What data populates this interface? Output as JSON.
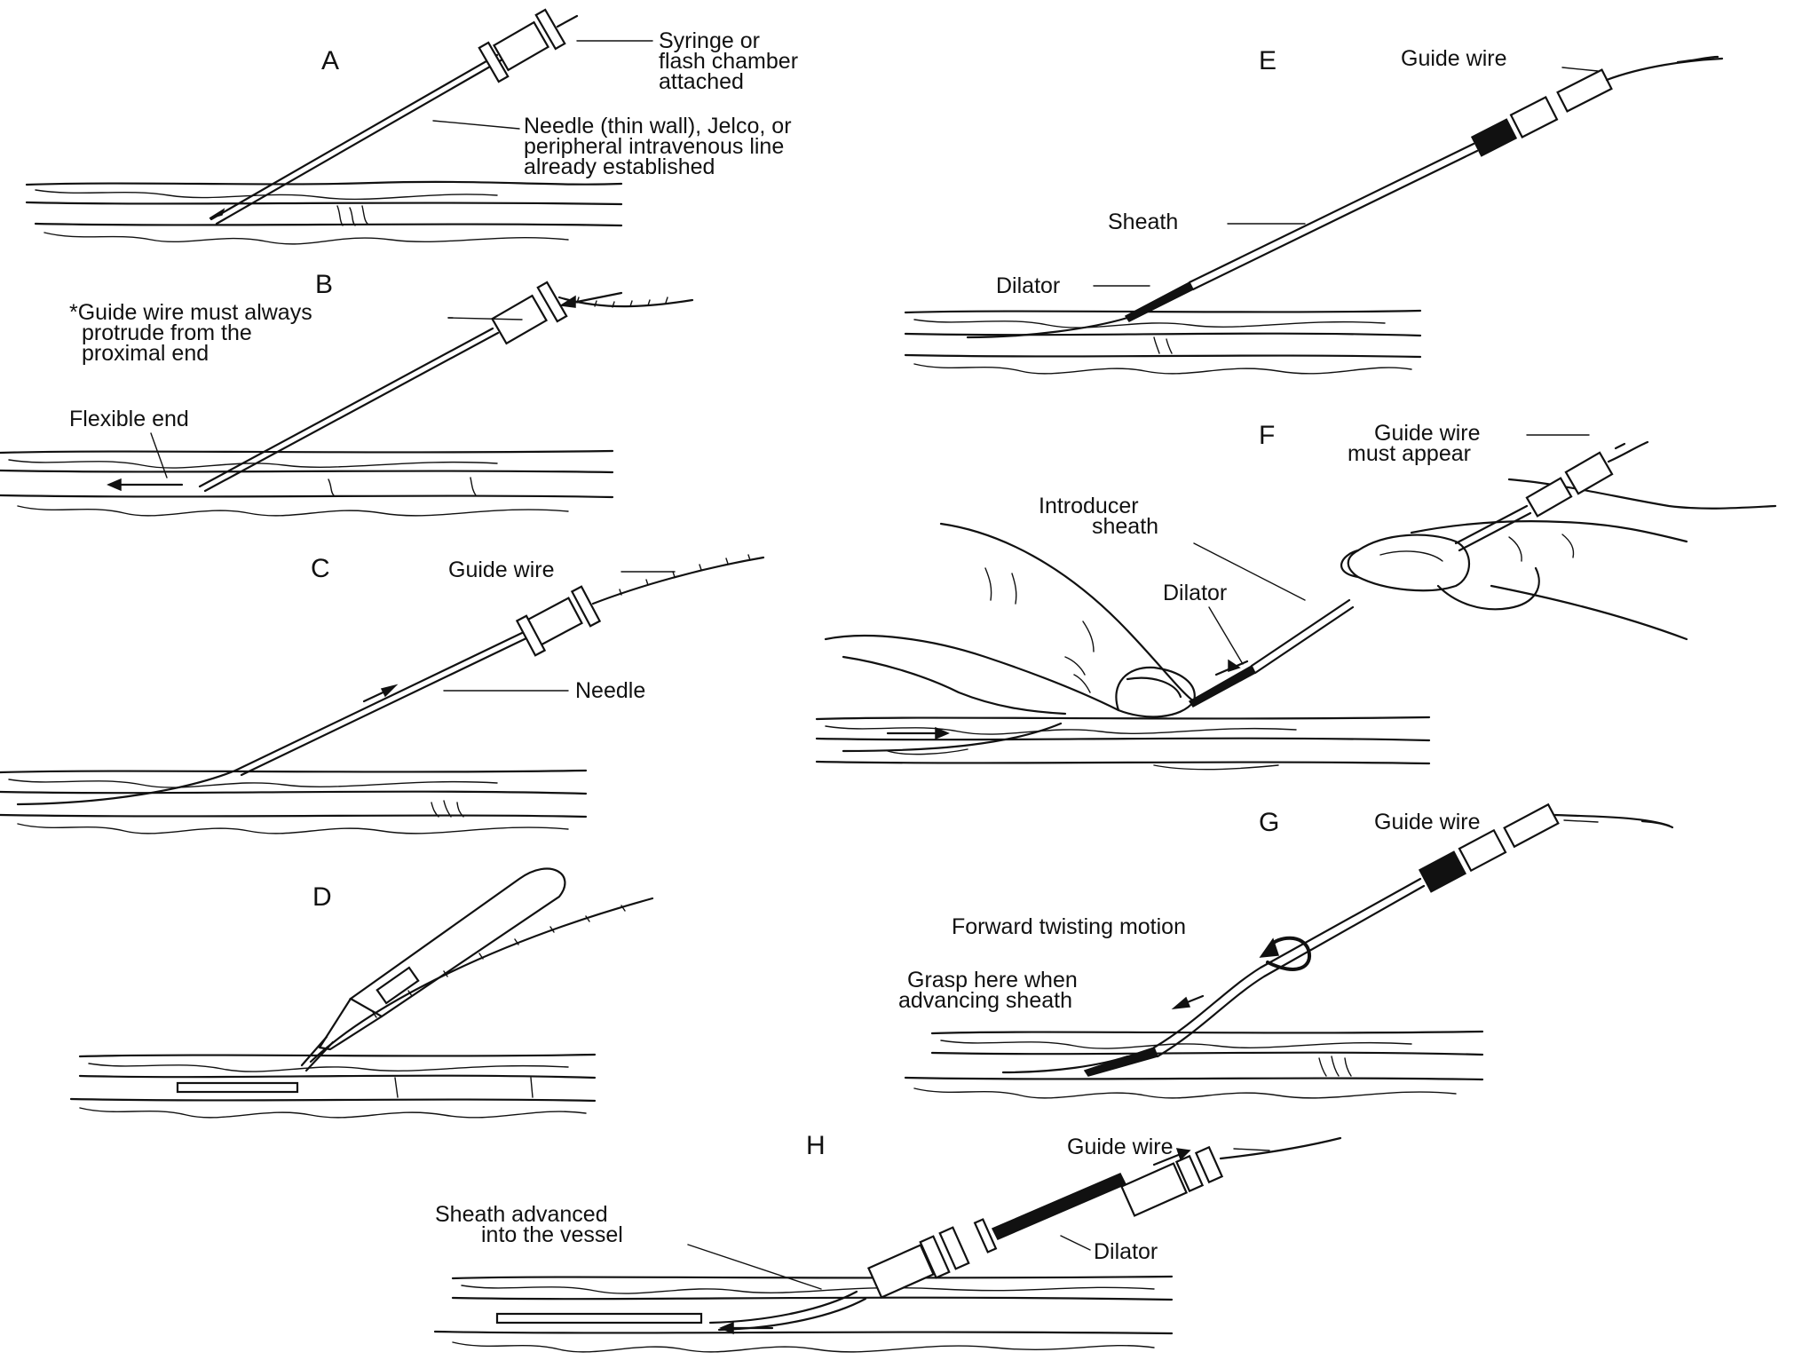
{
  "panels": {
    "a": {
      "letter": "A",
      "syringe_label": [
        "Syringe or",
        "flash chamber",
        "attached"
      ],
      "needle_label": [
        "Needle (thin wall), Jelco, or",
        "peripheral intravenous line",
        "already established"
      ]
    },
    "b": {
      "letter": "B",
      "guide_note": [
        "*Guide wire must always",
        "protrude from the",
        "proximal end"
      ],
      "flexible_label": "Flexible end"
    },
    "c": {
      "letter": "C",
      "guide_wire_label": "Guide wire",
      "needle_label": "Needle"
    },
    "d": {
      "letter": "D"
    },
    "e": {
      "letter": "E",
      "guide_wire_label": "Guide wire",
      "sheath_label": "Sheath",
      "dilator_label": "Dilator"
    },
    "f": {
      "letter": "F",
      "guide_wire_label": [
        "Guide wire",
        "must appear"
      ],
      "introducer_label": [
        "Introducer",
        "sheath"
      ],
      "dilator_label": "Dilator"
    },
    "g": {
      "letter": "G",
      "guide_wire_label": "Guide wire",
      "motion_label": "Forward twisting motion",
      "grasp_label": [
        "Grasp here when",
        "advancing sheath"
      ]
    },
    "h": {
      "letter": "H",
      "guide_wire_label": "Guide wire",
      "sheath_label": [
        "Sheath advanced",
        "into the vessel"
      ],
      "dilator_label": "Dilator"
    }
  }
}
